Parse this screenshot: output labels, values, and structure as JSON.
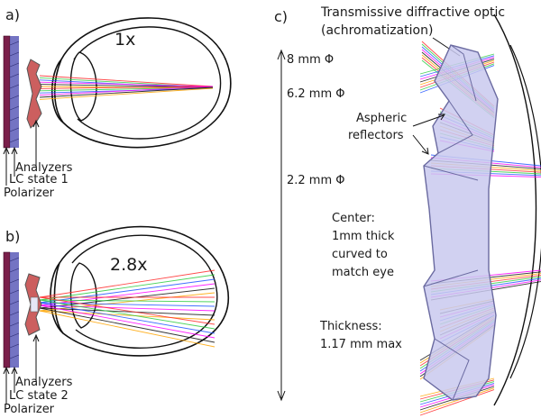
{
  "panels": {
    "a": {
      "letter": "a)",
      "magnification": "1x",
      "labels": [
        "Analyzers",
        "LC state 1",
        "Polarizer"
      ]
    },
    "b": {
      "letter": "b)",
      "magnification": "2.8x",
      "labels": [
        "Analyzers",
        "LC state 2",
        "Polarizer"
      ]
    },
    "c": {
      "letter": "c)",
      "title_line1": "Transmissive diffractive optic",
      "title_line2": "(achromatization)",
      "dimensions": [
        "8 mm Φ",
        "6.2 mm Φ",
        "2.2 mm Φ"
      ],
      "aspheric_line1": "Aspheric",
      "aspheric_line2": "reflectors",
      "center_lines": [
        "Center:",
        "1mm thick",
        "curved to",
        "match eye"
      ],
      "thickness_lines": [
        "Thickness:",
        "1.17 mm max"
      ]
    }
  },
  "ray_colors": [
    "#ff2d2d",
    "#2ecc40",
    "#2255ff",
    "#ff00ff",
    "#111111",
    "#ffa500"
  ],
  "colors": {
    "lens_fill": "#c9c9ef",
    "lens_stroke": "#6a6aa0",
    "polarizer": "#7a1f4a",
    "lc_layer": "#5c5cb8",
    "analyzer": "#cc5f5f"
  }
}
